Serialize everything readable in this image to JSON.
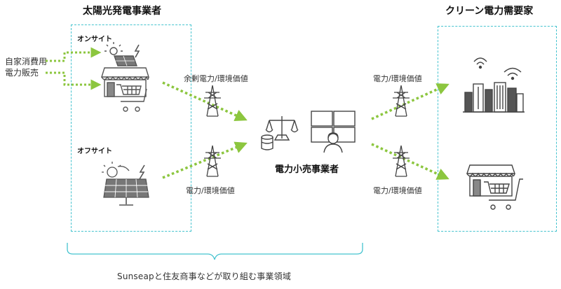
{
  "left_group": {
    "title": "太陽光発電事業者",
    "onsite_label": "オンサイト",
    "offsite_label": "オフサイト",
    "side_note_line1": "自家消費用",
    "side_note_line2": "電力販売"
  },
  "flows": {
    "surplus_label": "余剰電力/環境価値",
    "offsite_flow_label": "電力/環境価値",
    "to_city_label": "電力/環境価値",
    "to_store_label": "電力/環境価値"
  },
  "middle": {
    "retailer_label": "電力小売事業者"
  },
  "right_group": {
    "title": "クリーン電力需要家"
  },
  "footer": {
    "scope_text": "Sunseapと住友商事などが取り組む事業領域"
  },
  "colors": {
    "accent_green": "#8cc63f",
    "dashed_border": "#45c3cf",
    "icon_gray": "#555555"
  }
}
